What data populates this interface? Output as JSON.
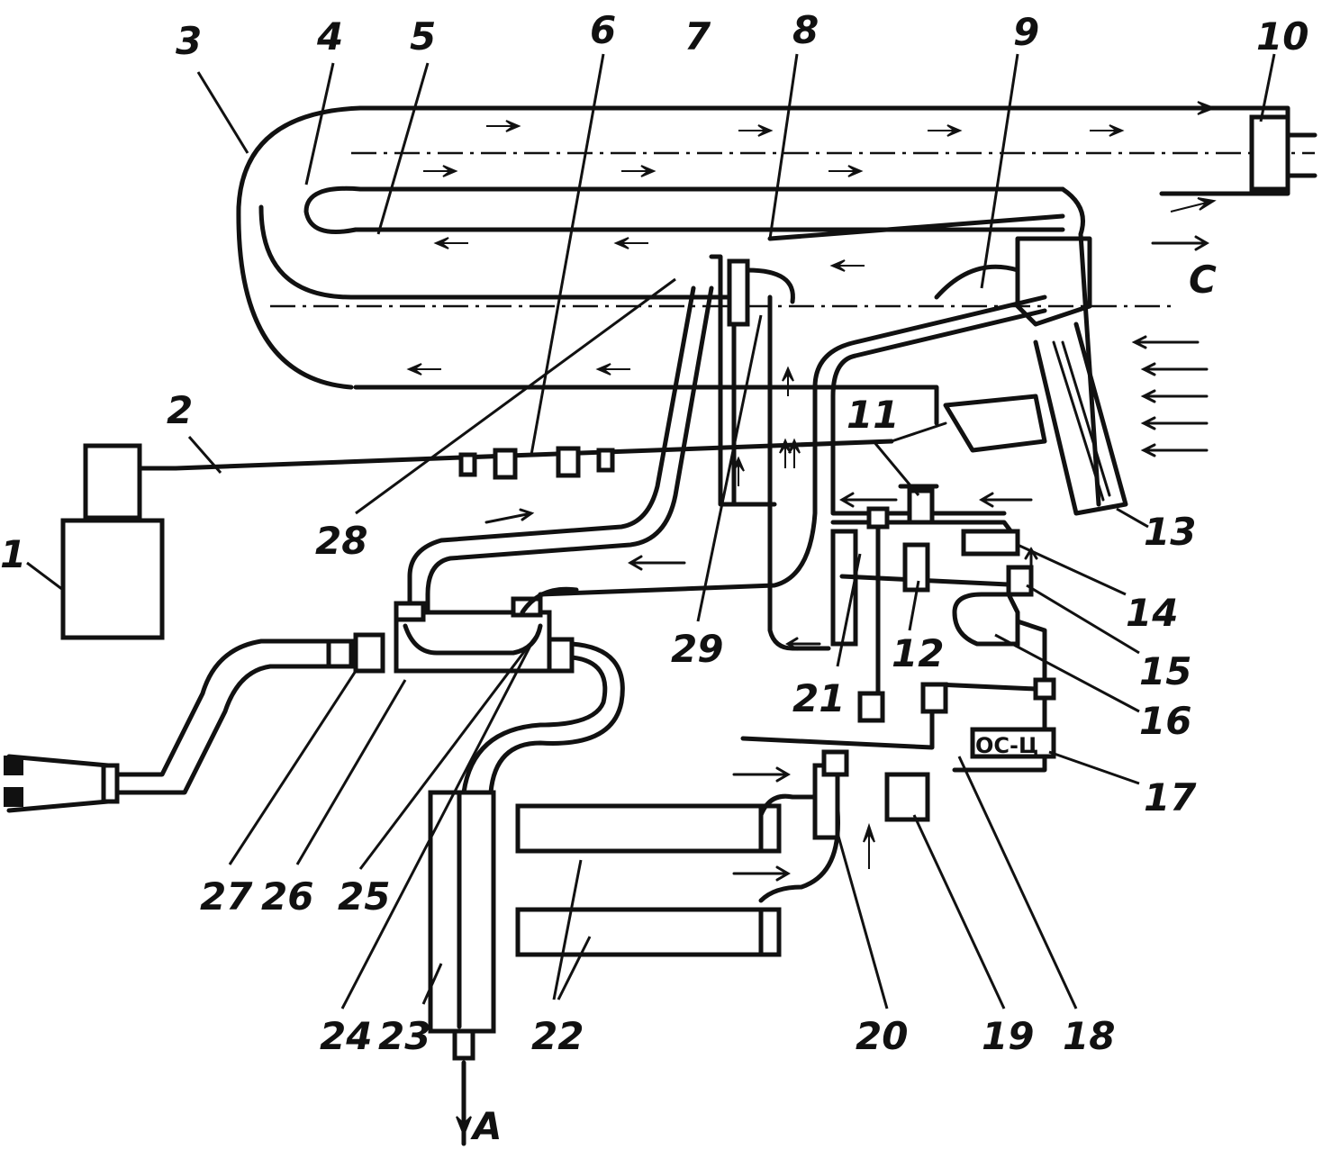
{
  "labels": {
    "n1": "1",
    "n2": "2",
    "n3": "3",
    "n4": "4",
    "n5": "5",
    "n6": "6",
    "n7": "7",
    "n8": "8",
    "n9": "9",
    "n10": "10",
    "n11": "11",
    "n12": "12",
    "n13": "13",
    "n14": "14",
    "n15": "15",
    "n16": "16",
    "n17": "17",
    "n18": "18",
    "n19": "19",
    "n20": "20",
    "n21": "21",
    "n22": "22",
    "n23": "23",
    "n24": "24",
    "n25": "25",
    "n26": "26",
    "n27": "27",
    "n28": "28",
    "n29": "29"
  },
  "flow_labels": {
    "a": "A",
    "c": "C"
  },
  "component_text": {
    "box17": "ОС-Ц"
  }
}
